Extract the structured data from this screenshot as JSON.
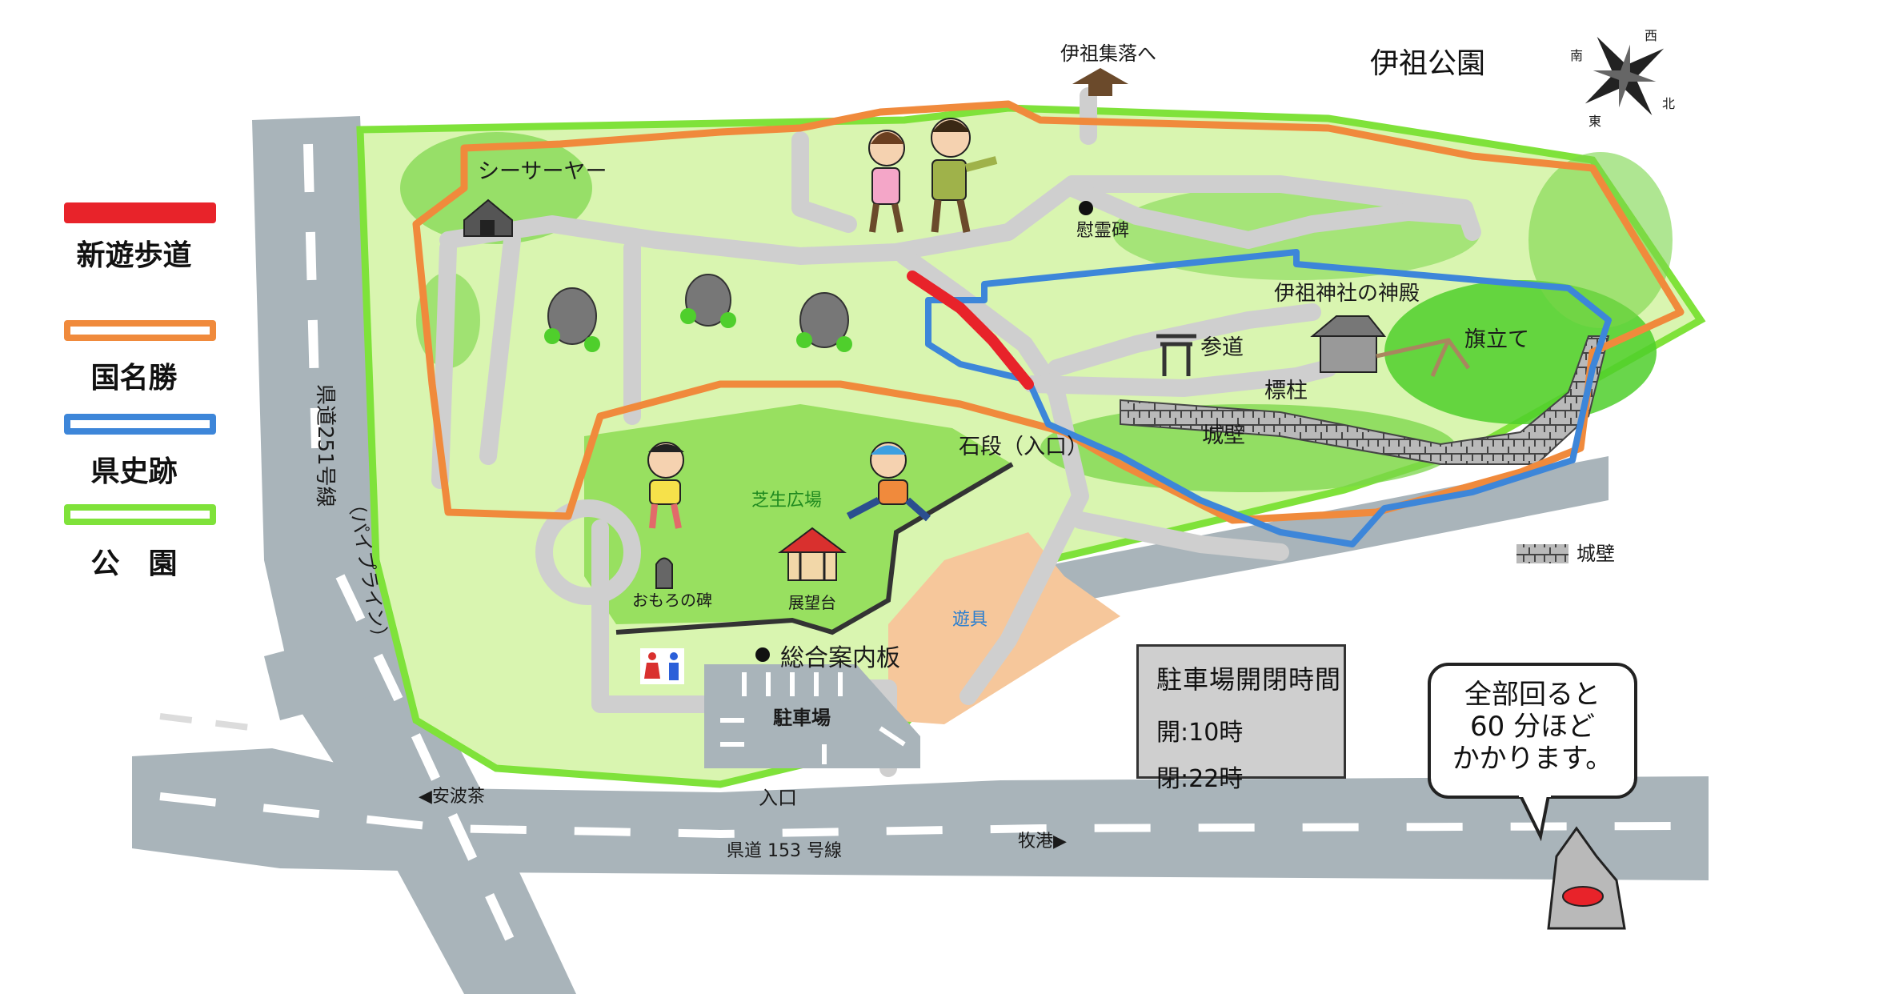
{
  "title": "伊祖公園",
  "compass": {
    "north": "北",
    "south": "南",
    "east": "東",
    "west": "西"
  },
  "legend": [
    {
      "label": "新遊歩道",
      "color": "#e8232a",
      "style": "solid"
    },
    {
      "label": "国名勝",
      "color": "#f08a3c",
      "style": "outline"
    },
    {
      "label": "県史跡",
      "color": "#3d86d9",
      "style": "outline"
    },
    {
      "label": "公　園",
      "color": "#7fe23a",
      "style": "outline"
    }
  ],
  "labels": {
    "shisa": "シーサーヤー",
    "izu_village": "伊祖集落へ",
    "ireihi": "慰霊碑",
    "shrine": "伊祖神社の神殿",
    "sando": "参道",
    "flag": "旗立て",
    "hyochu": "標柱",
    "jyoheki": "城壁",
    "stone_steps": "石段（入口）",
    "lawn": "芝生広場",
    "omoro": "おもろの碑",
    "observatory": "展望台",
    "playground": "遊具",
    "info_board": "総合案内板",
    "parking": "駐車場",
    "entrance": "入口",
    "road_251_a": "県道251号線",
    "road_251_b": "（パイプライン）",
    "road_153": "県道 153 号線",
    "to_ahacha": "◀安波茶",
    "to_makiminato": "牧港▶",
    "wall_legend": "城壁"
  },
  "parking_hours": {
    "title": "駐車場開閉時間",
    "open": "開:10時",
    "close": "閉:22時"
  },
  "speech_bubble": [
    "全部回ると",
    "60 分ほど",
    "かかります。"
  ],
  "colors": {
    "road": "#a9b4ba",
    "park_light": "#d9f5b0",
    "park_green": "#5fd63a",
    "path": "#cfcfcf",
    "playground": "#f6c79b"
  }
}
